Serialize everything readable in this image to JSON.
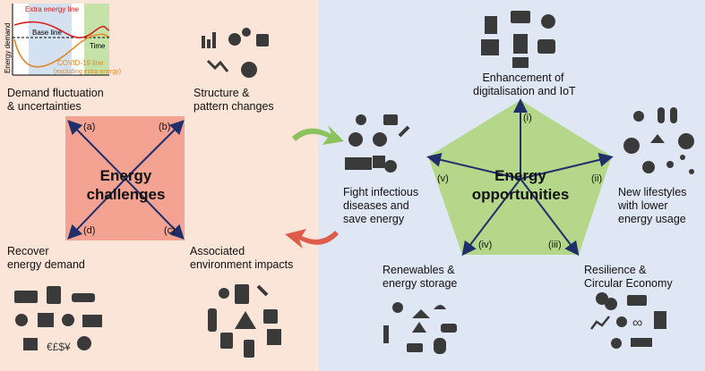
{
  "left_panel": {
    "center_title": "Energy challenges",
    "chart": {
      "ylabel": "Energy demand",
      "xlabel": "Time",
      "extra_line": "Extra energy line",
      "base_line": "Base line",
      "covid_line": "COVID-19 line",
      "covid_note": "(excluding extra energy)"
    },
    "challenges": [
      {
        "tag": "(a)",
        "label1": "Demand fluctuation",
        "label2": "& uncertainties"
      },
      {
        "tag": "(b)",
        "label1": "Structure &",
        "label2": "pattern changes"
      },
      {
        "tag": "(c)",
        "label1": "Associated",
        "label2": "environment impacts"
      },
      {
        "tag": "(d)",
        "label1": "Recover",
        "label2": "energy demand"
      }
    ]
  },
  "right_panel": {
    "center_title": "Energy opportunities",
    "opportunities": [
      {
        "tag": "(i)",
        "label1": "Enhancement of",
        "label2": "digitalisation and IoT"
      },
      {
        "tag": "(ii)",
        "label1": "New lifestyles",
        "label2": "with lower",
        "label3": "energy usage"
      },
      {
        "tag": "(iii)",
        "label1": "Resilience &",
        "label2": "Circular Economy"
      },
      {
        "tag": "(iv)",
        "label1": "Renewables &",
        "label2": "energy storage"
      },
      {
        "tag": "(v)",
        "label1": "Fight infectious",
        "label2": "diseases and",
        "label3": "save energy"
      }
    ]
  },
  "colors": {
    "left_bg": "#fbe5d8",
    "right_bg": "#dfe7f4",
    "challenge_box": "#f4a292",
    "pentagon": "#b5d78a",
    "arrow": "#1f2f6b",
    "green_arrow": "#8cc25c",
    "red_arrow": "#e05c4a"
  }
}
